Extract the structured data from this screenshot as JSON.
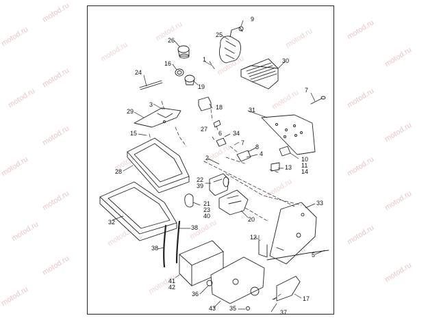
{
  "watermark": "motod.ru",
  "callouts": {
    "c1": "1",
    "c2": "2",
    "c3": "3",
    "c4": "4",
    "c5": "5",
    "c6": "6",
    "c7": "7",
    "c7b": "7",
    "c8": "8",
    "c9": "9",
    "c10": "10",
    "c11": "11",
    "c12": "12",
    "c13": "13",
    "c14": "14",
    "c15": "15",
    "c16": "16",
    "c17": "17",
    "c18": "18",
    "c19": "19",
    "c20": "20",
    "c21": "21",
    "c22": "22",
    "c23": "23",
    "c24": "24",
    "c25": "25",
    "c26": "26",
    "c27": "27",
    "c28": "28",
    "c29": "29",
    "c30": "30",
    "c31": "31",
    "c32": "32",
    "c33": "33",
    "c34": "34",
    "c35": "35",
    "c36": "36",
    "c37": "37",
    "c38": "38",
    "c38b": "38",
    "c39": "39",
    "c40": "40",
    "c41": "41",
    "c42": "42",
    "c43": "43"
  }
}
